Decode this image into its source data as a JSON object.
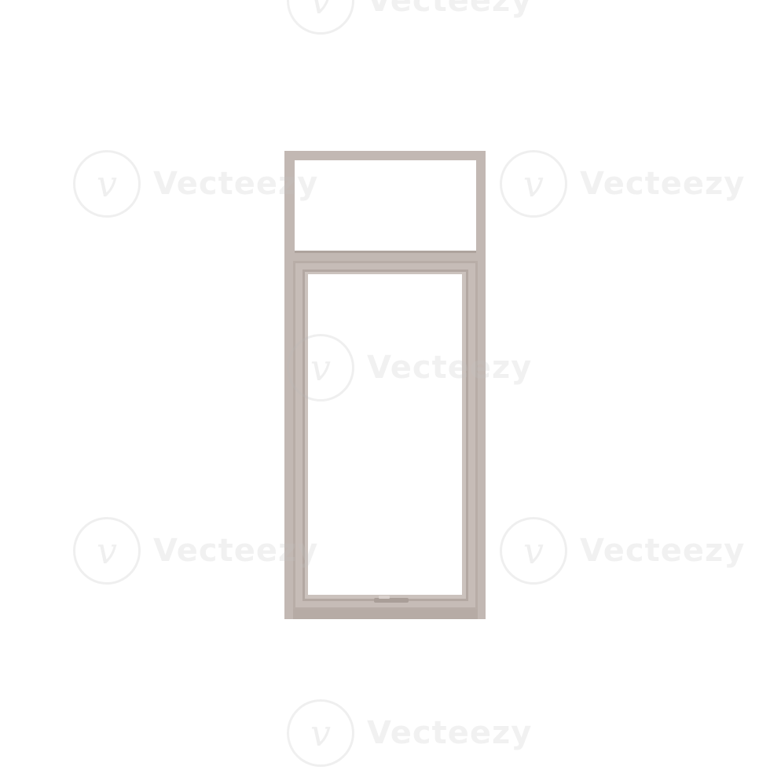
{
  "watermark": {
    "brand": "Vecteezy",
    "logo_glyph": "v",
    "logo_icon": "vecteezy-logo-icon",
    "color": "#c4c4c4"
  },
  "window": {
    "description_icon": "window-frame",
    "frame_color": "#c2b8b3",
    "frame_shadow_color": "#a99e98",
    "glass_color": "#ffffff",
    "parts": [
      "transom",
      "casement",
      "crank-handle"
    ]
  }
}
